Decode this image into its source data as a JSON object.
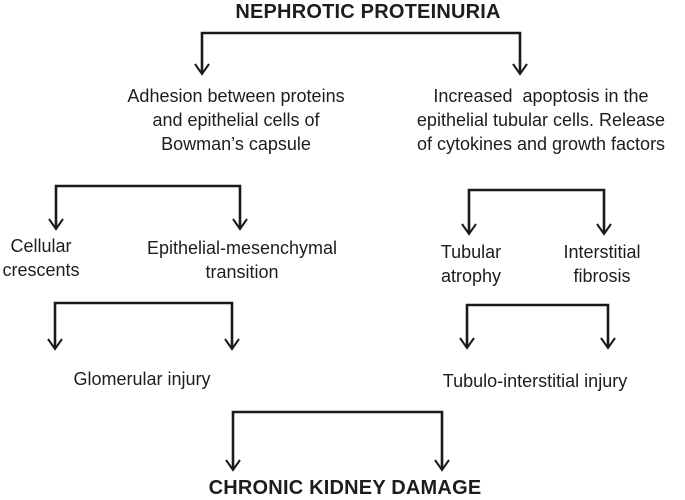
{
  "diagram": {
    "title": "NEPHROTIC PROTEINURIA",
    "conclusion": "CHRONIC KIDNEY DAMAGE",
    "nodes": {
      "adhesion": {
        "line1": "Adhesion between proteins",
        "line2": "and epithelial cells of",
        "line3": "Bowman’s capsule"
      },
      "apoptosis": {
        "line1": "Increased  apoptosis in the",
        "line2": "epithelial tubular cells. Release",
        "line3": "of cytokines and growth factors"
      },
      "cellular_crescents": {
        "line1": "Cellular",
        "line2": "crescents"
      },
      "emt": {
        "line1": "Epithelial-mesenchymal",
        "line2": "transition"
      },
      "tubular_atrophy": {
        "line1": "Tubular",
        "line2": "atrophy"
      },
      "interstitial_fibrosis": {
        "line1": "Interstitial",
        "line2": "fibrosis"
      },
      "glomerular_injury": {
        "line1": "Glomerular injury"
      },
      "tubulo_interstitial_injury": {
        "line1": "Tubulo-interstitial injury"
      }
    },
    "colors": {
      "text": "#1d1d1b",
      "line": "#1a1a1a",
      "background": "#ffffff"
    }
  }
}
